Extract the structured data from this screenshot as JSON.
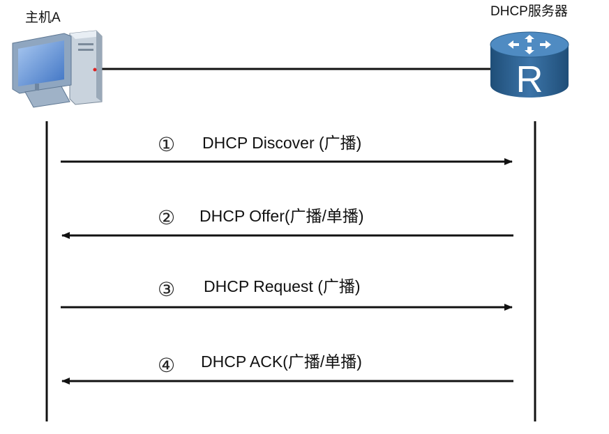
{
  "nodes": {
    "host_label": "主机A",
    "server_label": "DHCP服务器"
  },
  "messages": [
    {
      "num": "①",
      "label": "DHCP Discover (广播)",
      "direction": "host-to-server"
    },
    {
      "num": "②",
      "label": "DHCP Offer(广播/单播)",
      "direction": "server-to-host"
    },
    {
      "num": "③",
      "label": "DHCP Request (广播)",
      "direction": "host-to-server"
    },
    {
      "num": "④",
      "label": "DHCP ACK(广播/单播)",
      "direction": "server-to-host"
    }
  ],
  "colors": {
    "line": "#111111",
    "router_body": "#2c5f8a",
    "router_top": "#4a84b4",
    "monitor_body": "#8fa6c0",
    "screen": "#5b8fd6"
  },
  "icons": {
    "host": "desktop-computer-icon",
    "server": "router-icon"
  }
}
